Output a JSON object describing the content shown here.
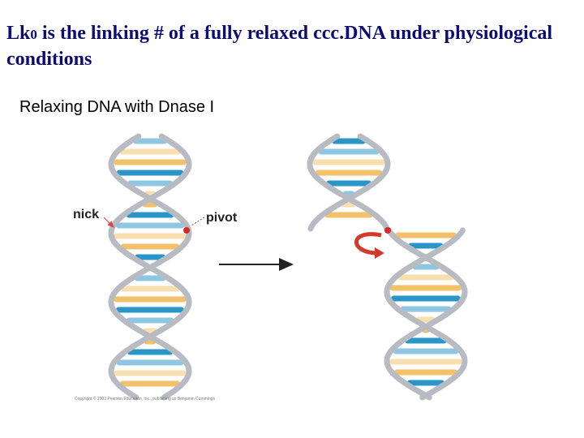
{
  "slide": {
    "title_main": "Lk",
    "title_subscript": "0",
    "title_rest": " is the linking # of a fully relaxed ccc.DNA under physiological conditions",
    "subtitle": "Relaxing DNA with Dnase I"
  },
  "figure": {
    "label_nick": "nick",
    "label_pivot": "pivot",
    "copyright": "Copyright © 2003 Pearson Education, Inc., publishing as Benjamin Cummings"
  },
  "colors": {
    "title": "#0b0b70",
    "backbone": "#b8bcc2",
    "base_light_blue": "#8fc6e2",
    "base_dark_blue": "#2a96c8",
    "base_orange": "#f2c16a",
    "base_cream": "#f7dfb0",
    "marker_red": "#d42a2a",
    "arrow": "#222222"
  }
}
